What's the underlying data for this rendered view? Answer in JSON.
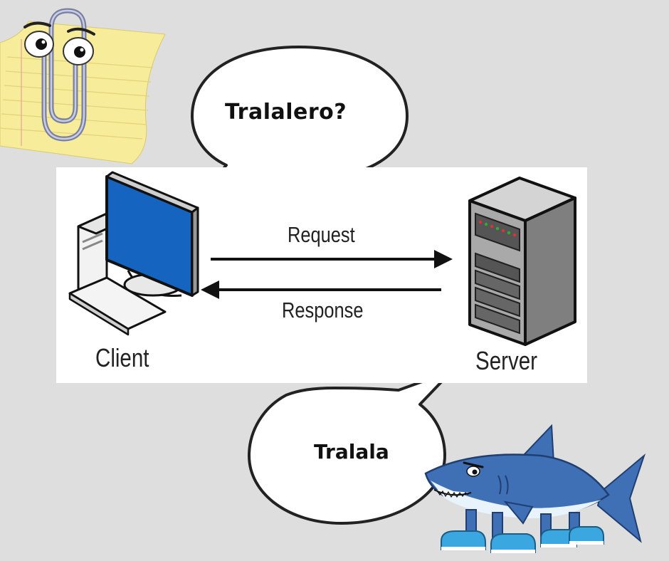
{
  "diagram": {
    "request_label": "Request",
    "response_label": "Response",
    "client_label": "Client",
    "server_label": "Server"
  },
  "bubbles": {
    "client_speech": "Tralalero?",
    "server_speech": "Tralala"
  },
  "characters": {
    "left": "paperclip-assistant-icon",
    "right": "shark-with-sneakers-icon"
  },
  "colors": {
    "background": "#dedede",
    "panel": "#ffffff",
    "screen_blue": "#1565c0",
    "server_gray": "#8a8a8a",
    "shark_blue": "#3f6fb5",
    "sneaker_blue": "#3aa7e0"
  }
}
